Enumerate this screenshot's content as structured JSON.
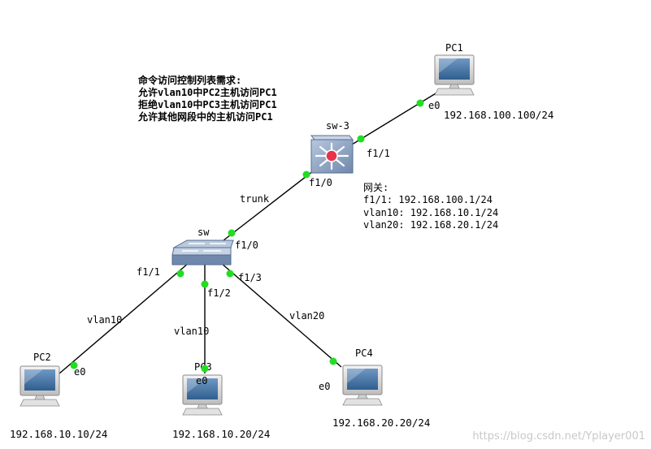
{
  "requirements": {
    "title": "命令访问控制列表需求:",
    "lines": [
      "允许vlan10中PC2主机访问PC1",
      "拒绝vlan10中PC3主机访问PC1",
      "允许其他网段中的主机访问PC1"
    ]
  },
  "gateway": {
    "title": "网关:",
    "lines": [
      "f1/1: 192.168.100.1/24",
      "vlan10: 192.168.10.1/24",
      "vlan20: 192.168.20.1/24"
    ]
  },
  "devices": {
    "pc1": {
      "name": "PC1",
      "port": "e0",
      "ip": "192.168.100.100/24"
    },
    "pc2": {
      "name": "PC2",
      "port": "e0",
      "ip": "192.168.10.10/24"
    },
    "pc3": {
      "name": "PC3",
      "port": "e0",
      "ip": "192.168.10.20/24"
    },
    "pc4": {
      "name": "PC4",
      "port": "e0",
      "ip": "192.168.20.20/24"
    },
    "sw3": {
      "name": "sw-3",
      "port_up": "f1/1",
      "port_down": "f1/0"
    },
    "sw": {
      "name": "sw",
      "port_up": "f1/0",
      "port_pc2": "f1/1",
      "port_pc3": "f1/2",
      "port_pc4": "f1/3"
    }
  },
  "links": {
    "trunk": "trunk",
    "pc2_vlan": "vlan10",
    "pc3_vlan": "vlan10",
    "pc4_vlan": "vlan20"
  },
  "watermark": "https://blog.csdn.net/Yplayer001",
  "colors": {
    "port": "#22dd22",
    "router_body": "#8ea4c2",
    "router_center": "#e8324a",
    "monitor": "#2f5f8f"
  }
}
